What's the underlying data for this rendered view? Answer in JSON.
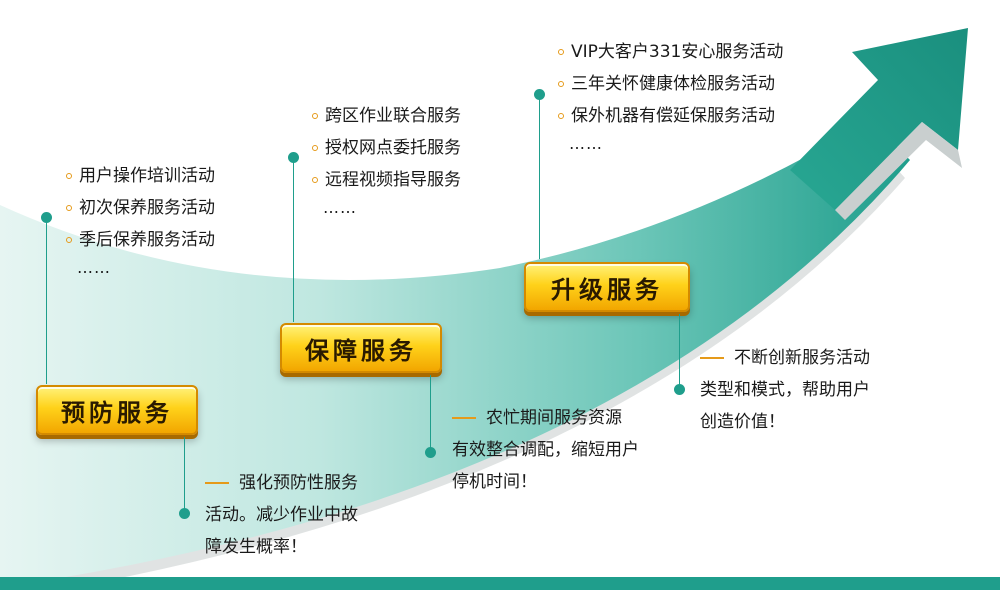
{
  "stages": [
    {
      "id": "prevent",
      "title": "预防服务",
      "items": [
        "用户操作培训活动",
        "初次保养服务活动",
        "季后保养服务活动"
      ],
      "ellipsis": "……",
      "description": [
        "强化预防性服务",
        "活动。减少作业中故",
        "障发生概率！"
      ]
    },
    {
      "id": "guarantee",
      "title": "保障服务",
      "items": [
        "跨区作业联合服务",
        "授权网点委托服务",
        "远程视频指导服务"
      ],
      "ellipsis": "……",
      "description": [
        "农忙期间服务资源",
        "有效整合调配，缩短用户",
        "停机时间！"
      ]
    },
    {
      "id": "upgrade",
      "title": "升级服务",
      "items": [
        "VIP大客户331安心服务活动",
        "三年关怀健康体检服务活动",
        "保外机器有偿延保服务活动"
      ],
      "ellipsis": "……",
      "description": [
        "不断创新服务活动",
        "类型和模式，帮助用户",
        "创造价值！"
      ]
    }
  ],
  "colors": {
    "accent": "#1f9e8c",
    "badge": "#ffd21a",
    "bullet": "#e59a1a"
  }
}
